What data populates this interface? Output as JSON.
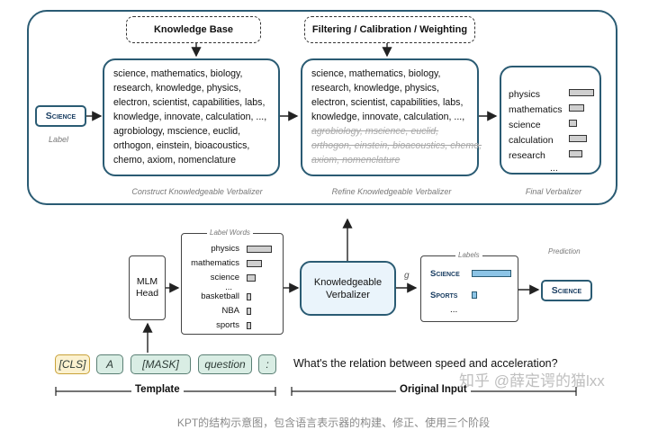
{
  "knowledge_base": "Knowledge Base",
  "filtering": "Filtering / Calibration / Weighting",
  "science_label": "Science",
  "label_caption": "Label",
  "construct_words": [
    "science, mathematics, biology,",
    "research, knowledge, physics,",
    "electron, scientist, capabilities, labs,",
    "knowledge, innovate, calculation, ...,",
    "agrobiology, mscience,  euclid,",
    "orthogon, einstein, bioacoustics,",
    "chemo, axiom, nomenclature"
  ],
  "refine_words": [
    "science, mathematics, biology,",
    "research, knowledge, physics,",
    "electron, scientist, capabilities, labs,",
    "knowledge, innovate, calculation, ...,"
  ],
  "refine_struck": [
    "agrobiology, mscience,  euclid,",
    "orthogon, einstein, bioacoustics, chemo,",
    "axiom, nomenclature"
  ],
  "final_words": [
    "physics",
    "mathematics",
    "science",
    "calculation",
    "research",
    "..."
  ],
  "final_bar_levels": [
    1.0,
    0.62,
    0.32,
    0.7,
    0.52
  ],
  "caption_construct": "Construct Knowledgeable Verbalizer",
  "caption_refine": "Refine Knowledgeable Verbalizer",
  "caption_final": "Final Verbalizer",
  "mlm_head": [
    "MLM",
    "Head"
  ],
  "label_words_title": "Label Words",
  "label_words": [
    "physics",
    "mathematics",
    "science",
    "...",
    "basketball",
    "NBA",
    "sports"
  ],
  "label_word_levels": [
    1.0,
    0.62,
    0.35,
    null,
    0.18,
    0.15,
    0.12
  ],
  "knowledgeable_verbalizer": [
    "Knowledgeable",
    "Verbalizer"
  ],
  "g_symbol": "g",
  "labels_title": "Labels",
  "labels": [
    "Science",
    "Sports",
    "..."
  ],
  "label_levels": [
    1.0,
    0.12,
    null
  ],
  "prediction_title": "Prediction",
  "prediction": "Science",
  "tokens": [
    "[CLS]",
    "A",
    "[MASK]",
    "question",
    ":"
  ],
  "input_sentence": "What's the relation between speed and acceleration?",
  "template_label": "Template",
  "original_input_label": "Original Input",
  "watermark": "知乎 @薛定谔的猫lxx",
  "figure_caption": "KPT的结构示意图，包含语言表示器的构建、修正、使用三个阶段"
}
